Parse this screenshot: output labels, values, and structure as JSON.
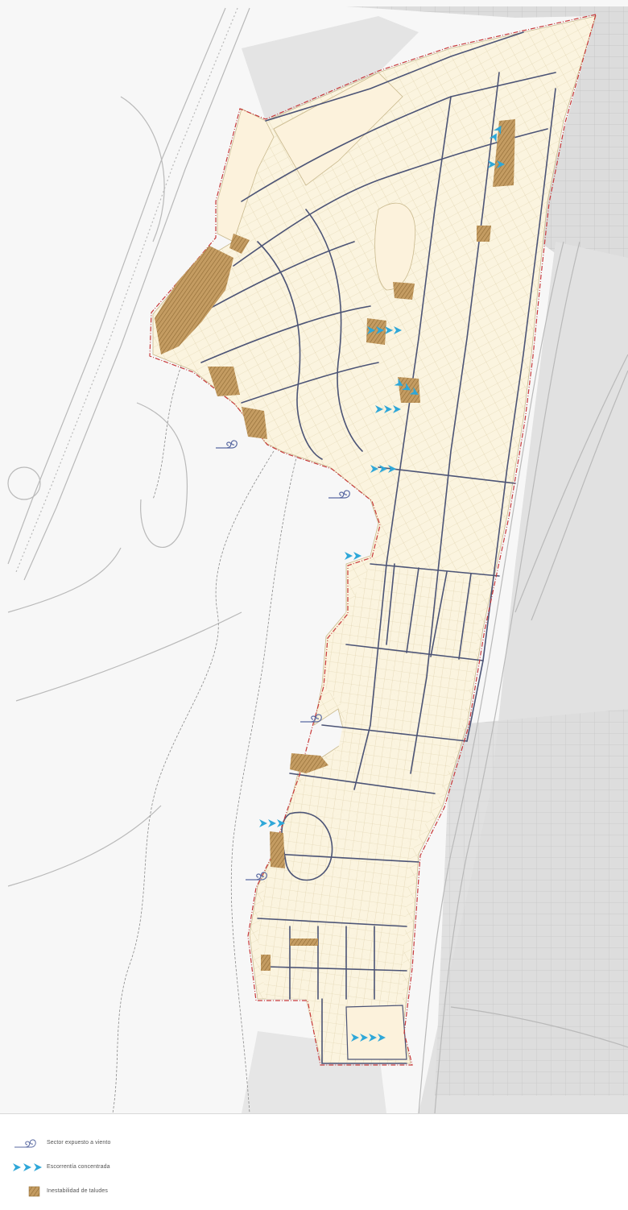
{
  "map": {
    "colors": {
      "background": "#f7f7f7",
      "built_blocks": "#d7d7d7",
      "road_lines": "#b9b9b9",
      "parcels": "#fbf4df",
      "parcel_edges": "#c9b98e",
      "streets": "#4c5476",
      "boundary": "#c83a3a",
      "slope_instability": "#b18a52",
      "runoff_arrows": "#2ea7d8",
      "wind": "#5a6aa2"
    },
    "icons": {
      "wind": "wind-swirl-icon",
      "runoff": "chevron-arrows-icon",
      "slope": "hatched-square-icon"
    }
  },
  "legend": {
    "items": [
      {
        "key": "wind",
        "label": "Sector expuesto a viento"
      },
      {
        "key": "runoff",
        "label": "Escorrentía concentrada"
      },
      {
        "key": "slope",
        "label": "Inestabilidad de taludes"
      }
    ]
  }
}
